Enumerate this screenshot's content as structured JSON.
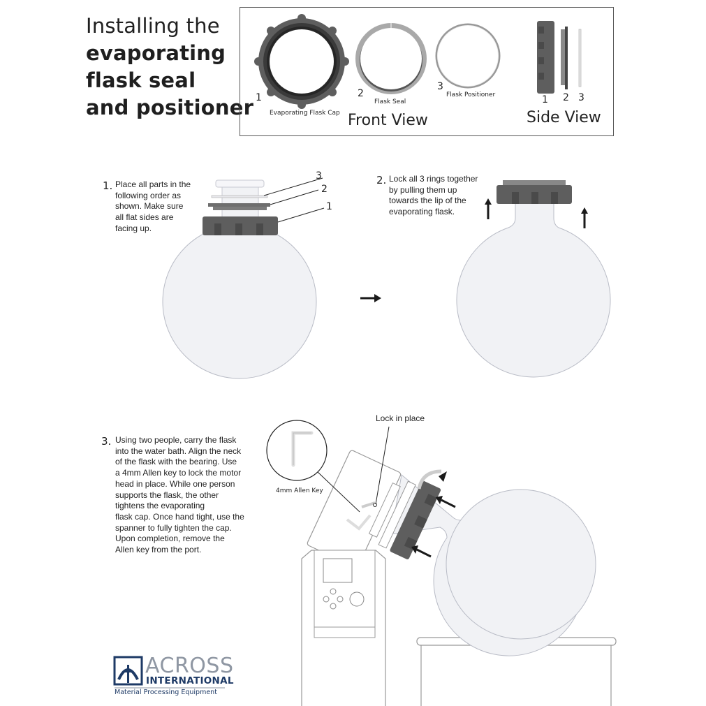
{
  "title": {
    "line1": "Installing the",
    "line2": "evaporating",
    "line3": "flask seal",
    "line4": "and positioner"
  },
  "parts_box": {
    "front_view_label": "Front View",
    "side_view_label": "Side View",
    "parts": [
      {
        "number": "1",
        "name": "Evaporating Flask Cap"
      },
      {
        "number": "2",
        "name": "Flask Seal"
      },
      {
        "number": "3",
        "name": "Flask Positioner"
      }
    ],
    "side_numbers": [
      "1",
      "2",
      "3"
    ]
  },
  "steps": [
    {
      "number": "1.",
      "text_lines": [
        "Place all parts in the",
        "following order as",
        "shown. Make sure",
        "all flat sides are",
        "facing up."
      ],
      "callouts": [
        "3",
        "2",
        "1"
      ]
    },
    {
      "number": "2.",
      "text_lines": [
        "Lock all 3 rings together",
        "by pulling them up",
        "towards the lip of the",
        "evaporating flask."
      ]
    },
    {
      "number": "3.",
      "text_lines": [
        "Using two people, carry the flask",
        "into the water bath. Align the neck",
        "of the flask with the bearing. Use",
        "a 4mm Allen key to lock the motor",
        "head in place. While one person",
        "supports the flask, the other",
        "tightens the evaporating",
        "flask cap. Once hand tight, use the",
        "spanner to fully tighten the cap.",
        "Upon completion, remove the",
        "Allen key from the port."
      ],
      "callouts": {
        "lock": "Lock in place",
        "allen_key": "4mm Allen Key"
      }
    }
  ],
  "logo": {
    "brand": "ACROSS",
    "sub": "INTERNATIONAL",
    "tagline": "Material Processing Equipment"
  },
  "colors": {
    "cap_dark": "#5a5a5a",
    "flask_fill": "#f1f2f5",
    "flask_stroke": "#b9bcc6",
    "brand_navy": "#1e3a66",
    "brand_gray": "#8f97a3",
    "arrow": "#1a1a1a"
  }
}
